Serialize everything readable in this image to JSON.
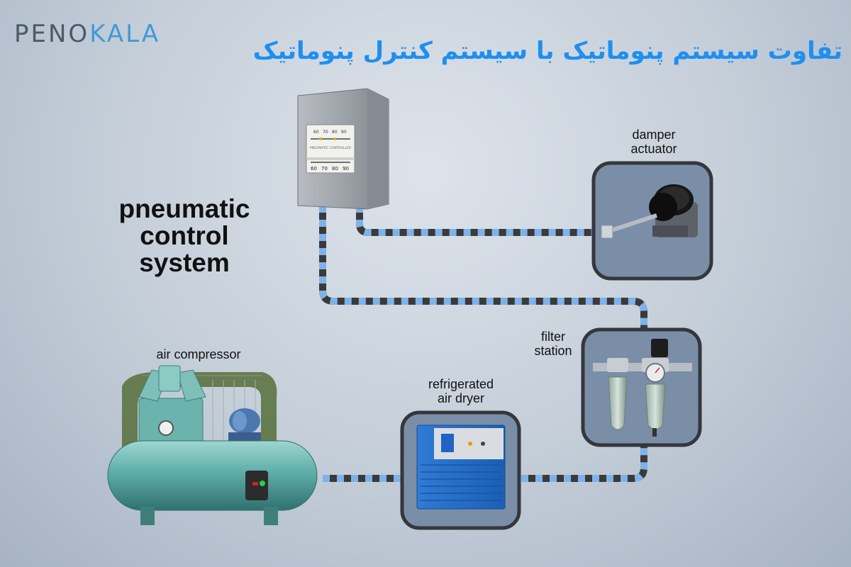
{
  "brand": {
    "logo_part1": "PENO",
    "logo_part2": "KALA",
    "accent_color": "#3e9bd6"
  },
  "title": "تفاوت سیستم پنوماتیک با سیستم کنترل پنوماتیک",
  "main_label": {
    "line1": "pneumatic",
    "line2": "control",
    "line3": "system"
  },
  "components": {
    "damper_actuator": {
      "line1": "damper",
      "line2": "actuator"
    },
    "filter_station": {
      "line1": "filter",
      "line2": "station"
    },
    "air_dryer": {
      "line1": "refrigerated",
      "line2": "air dryer"
    },
    "air_compressor": {
      "label": "air compressor"
    }
  },
  "controller_panel": {
    "top_scale": [
      "60",
      "70",
      "80",
      "90"
    ],
    "bottom_scale": [
      "60",
      "70",
      "80",
      "90"
    ],
    "caption": "PNEUMATIC CONTROLLER"
  },
  "colors": {
    "pipe_light": "#7fb2e8",
    "pipe_dark": "#3a3a3a",
    "panel_frame": "#3a3d42",
    "tank": "#5eaeaa"
  }
}
